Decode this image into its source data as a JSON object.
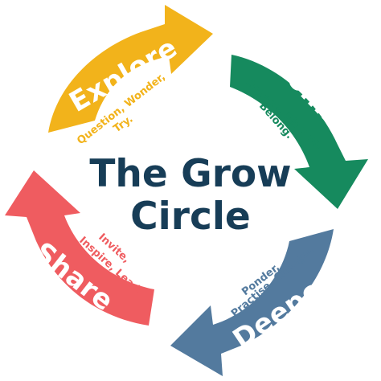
{
  "title": {
    "line1": "The Grow",
    "line2": "Circle"
  },
  "segments": [
    {
      "key": "explore",
      "title": "Explore",
      "subtitle_line1": "Question, Wonder,",
      "subtitle_line2": "Try.",
      "color": "#f2b31b",
      "text_color": "#ffffff",
      "subtitle_color": "#f2b31b"
    },
    {
      "key": "connect",
      "title": "Connect",
      "subtitle_line1": "Engage, Discuss,",
      "subtitle_line2": "Belong.",
      "color": "#168a5e",
      "text_color": "#ffffff",
      "subtitle_color": "#168a5e"
    },
    {
      "key": "deepen",
      "title": "Deepen",
      "subtitle_line1": "Ponder,",
      "subtitle_line2": "Practise, Change.",
      "color": "#537a9e",
      "text_color": "#ffffff",
      "subtitle_color": "#537a9e"
    },
    {
      "key": "share",
      "title": "Share",
      "subtitle_line1": "Invite,",
      "subtitle_line2": "Inspire, Lead.",
      "color": "#ef5c60",
      "text_color": "#ffffff",
      "subtitle_color": "#ef5c60"
    }
  ]
}
